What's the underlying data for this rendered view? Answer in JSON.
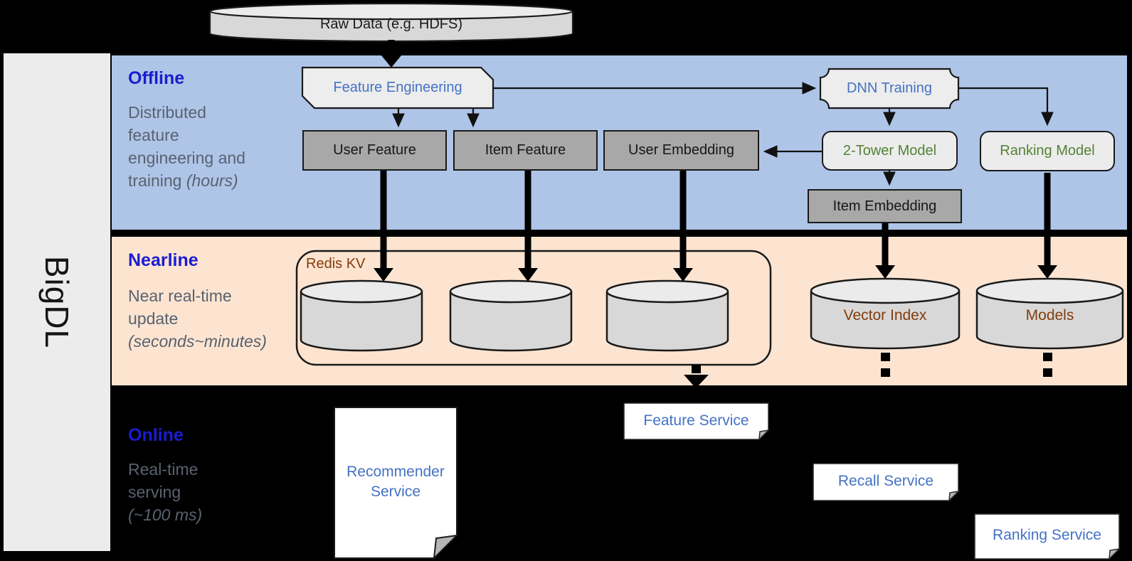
{
  "sidebar": {
    "brand": "BigDL"
  },
  "raw_data": {
    "label": "Raw Data (e.g. HDFS)"
  },
  "sections": {
    "offline": {
      "title": "Offline",
      "desc": "Distributed\nfeature\nengineering and\ntraining ",
      "desc_italic": "(hours)",
      "desc_suffix": ")"
    },
    "nearline": {
      "title": "Nearline",
      "desc": "Near real-time\nupdate\n",
      "desc_italic": "(seconds~minutes)"
    },
    "online": {
      "title": "Online",
      "desc": "Real-time\nserving\n",
      "desc_italic": "(~100 ms)"
    }
  },
  "nodes": {
    "feature_engineering": "Feature Engineering",
    "dnn_training": "DNN Training",
    "user_feature": "User Feature",
    "item_feature": "Item Feature",
    "user_embedding": "User Embedding",
    "two_tower_model": "2-Tower Model",
    "ranking_model": "Ranking Model",
    "item_embedding": "Item Embedding",
    "redis_kv": "Redis KV",
    "vector_index": "Vector Index",
    "models": "Models",
    "feature_service": "Feature Service",
    "recommender_service": "Recommender Service",
    "recall_service": "Recall Service",
    "ranking_service": "Ranking Service"
  },
  "colors": {
    "offline_band": "#aec5e8",
    "nearline_band": "#fce4d1",
    "background": "#000000",
    "section_title_blue": "#1b1cd0",
    "section_desc_gray": "#59626f",
    "node_text_blue": "#4472c4",
    "node_text_green": "#548235",
    "store_text_brown": "#843c0c",
    "gray_box_fill": "#a8a8a8",
    "light_box_fill": "#ececec",
    "cylinder_fill": "#d8d8d8"
  }
}
